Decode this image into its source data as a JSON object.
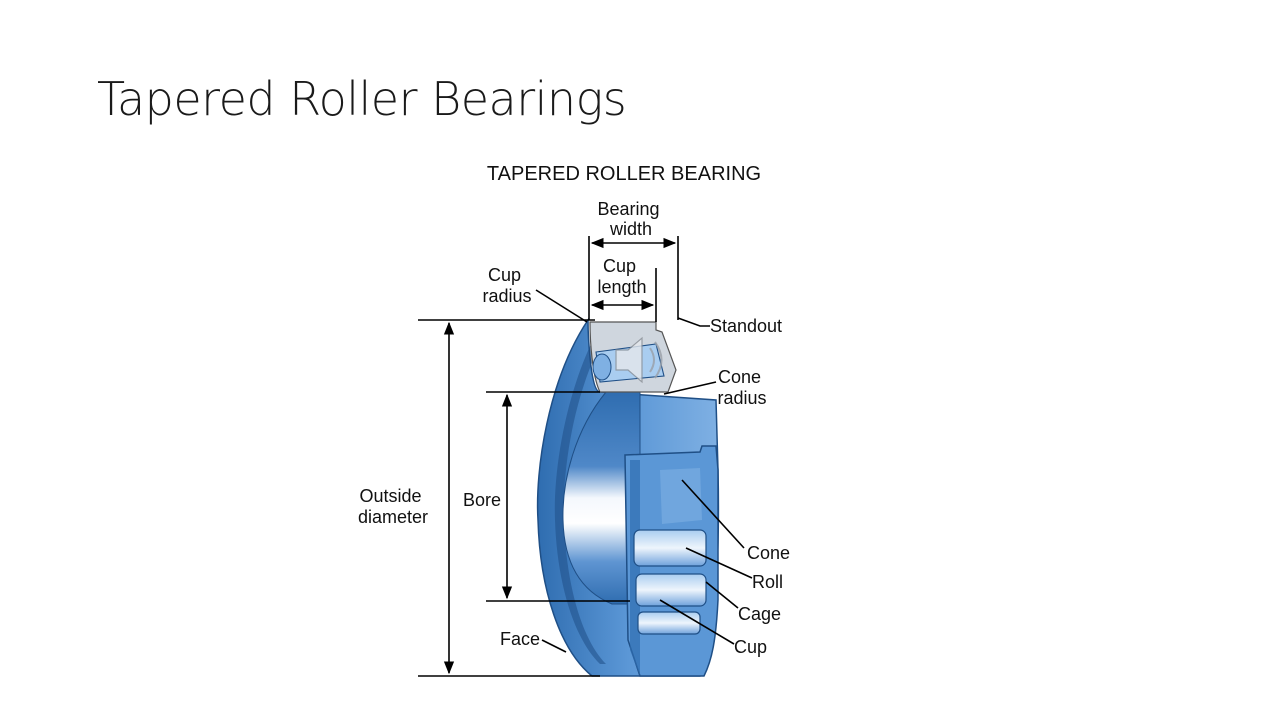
{
  "slide": {
    "title": "Tapered Roller Bearings"
  },
  "diagram": {
    "heading": "TAPERED ROLLER BEARING",
    "labels": {
      "bearing_width": [
        "Bearing",
        "width"
      ],
      "cup_length": [
        "Cup",
        "length"
      ],
      "cup_radius": [
        "Cup",
        "radius"
      ],
      "standout": "Standout",
      "cone_radius": [
        "Cone",
        "radius"
      ],
      "outside_diameter": [
        "Outside",
        "diameter"
      ],
      "bore": "Bore",
      "cone": "Cone",
      "roll": "Roll",
      "cage": "Cage",
      "cup": "Cup",
      "face": "Face"
    }
  },
  "media": {
    "audio_icon": "speaker-icon"
  },
  "colors": {
    "bearing_blue": "#5b97d6",
    "bearing_dark": "#2f6db0",
    "bearing_light": "#a9cdf0"
  }
}
